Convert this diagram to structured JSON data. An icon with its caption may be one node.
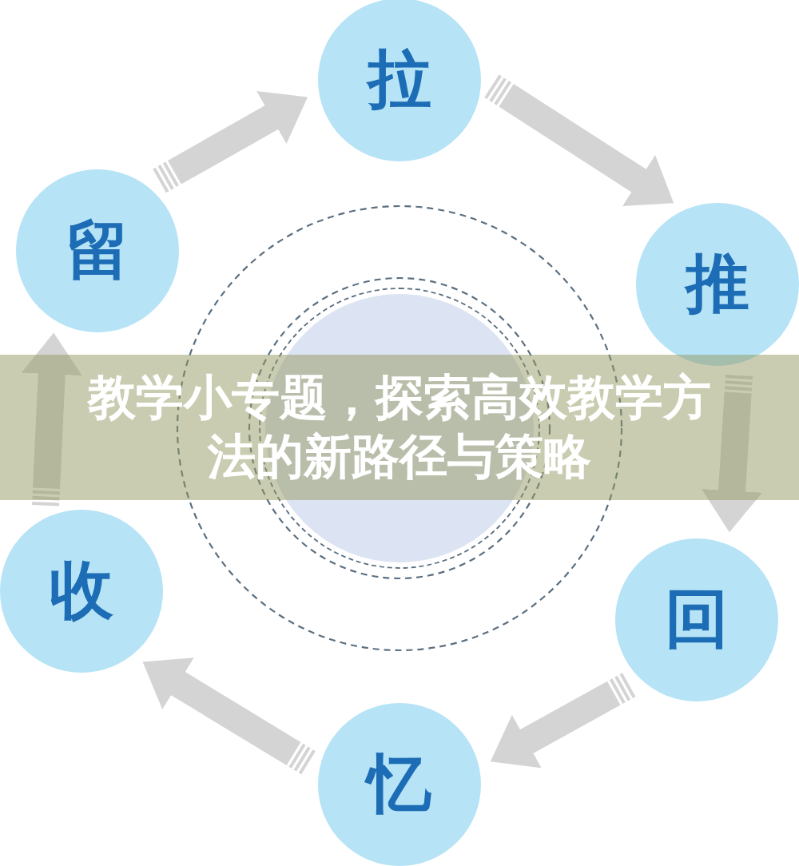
{
  "diagram": {
    "title": "教学小专题，探索高效教学方法的新路径与策略",
    "nodes": [
      {
        "text": [
          "拉"
        ]
      },
      {
        "text": [
          "留"
        ]
      },
      {
        "text": [
          "推"
        ]
      },
      {
        "text": [],
        "shape": "circle"
      },
      {
        "text": [
          "收"
        ]
      },
      {
        "text": [
          "回"
        ]
      },
      {
        "text": [
          "忆"
        ]
      }
    ],
    "edges": [
      {
        "from": 1,
        "to": 0,
        "arrow": "to"
      },
      {
        "from": 0,
        "to": 2,
        "arrow": "to"
      },
      {
        "from": 2,
        "to": 5,
        "arrow": "to"
      },
      {
        "from": 5,
        "to": 6,
        "arrow": "to"
      },
      {
        "from": 6,
        "to": 4,
        "arrow": "to"
      },
      {
        "from": 4,
        "to": 1,
        "arrow": "to"
      }
    ]
  }
}
